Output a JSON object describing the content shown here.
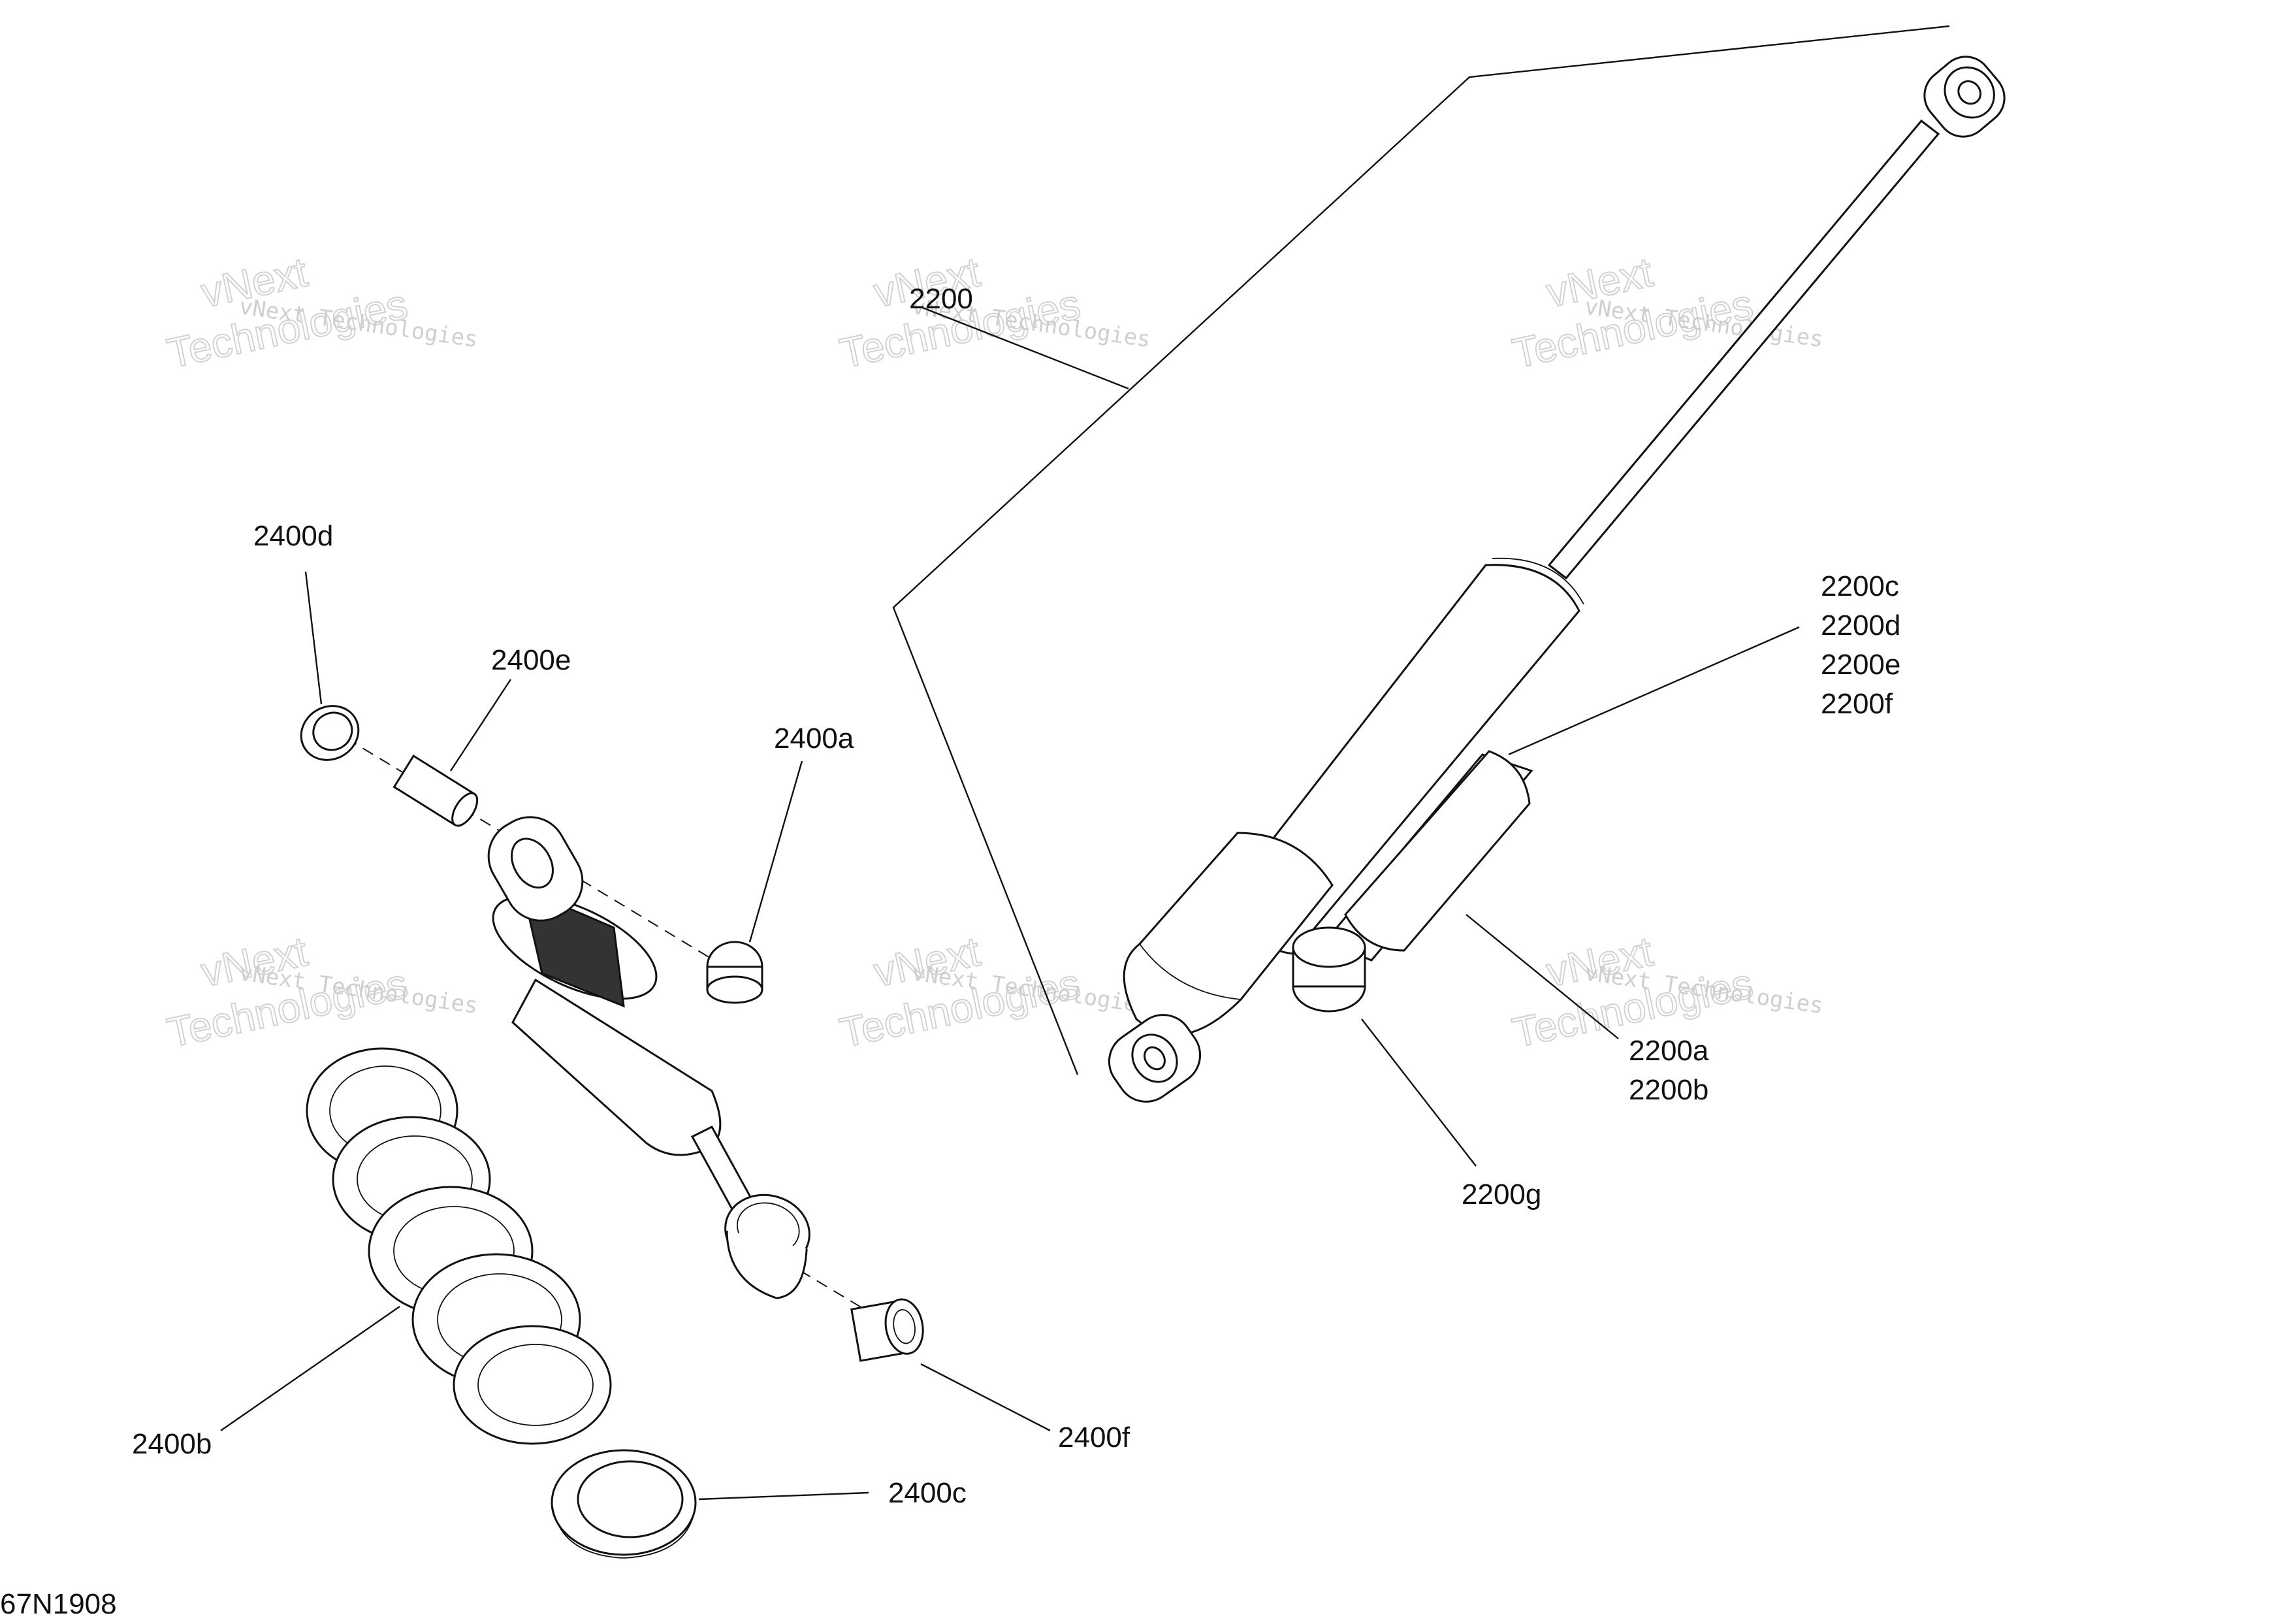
{
  "diagram": {
    "reference": "67N1908",
    "callouts": {
      "c2200": "2200",
      "c2200c": "2200c",
      "c2200d": "2200d",
      "c2200e": "2200e",
      "c2200f": "2200f",
      "c2200a": "2200a",
      "c2200b": "2200b",
      "c2200g": "2200g",
      "c2400a": "2400a",
      "c2400b": "2400b",
      "c2400c": "2400c",
      "c2400d": "2400d",
      "c2400e": "2400e",
      "c2400f": "2400f"
    },
    "watermark": {
      "small": "vNext Technologies",
      "big_top": "vNext",
      "big_bottom": "Technologies"
    }
  }
}
